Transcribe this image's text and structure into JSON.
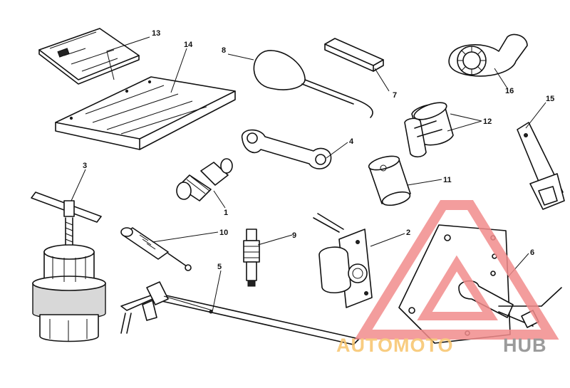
{
  "callouts": [
    {
      "id": "c1",
      "label": "1"
    },
    {
      "id": "c2",
      "label": "2"
    },
    {
      "id": "c3",
      "label": "3"
    },
    {
      "id": "c4",
      "label": "4"
    },
    {
      "id": "c5",
      "label": "5"
    },
    {
      "id": "c6",
      "label": "6"
    },
    {
      "id": "c7",
      "label": "7"
    },
    {
      "id": "c8",
      "label": "8"
    },
    {
      "id": "c9",
      "label": "9"
    },
    {
      "id": "c10",
      "label": "10"
    },
    {
      "id": "c11",
      "label": "11"
    },
    {
      "id": "c12",
      "label": "12"
    },
    {
      "id": "c13",
      "label": "13"
    },
    {
      "id": "c14",
      "label": "14"
    },
    {
      "id": "c15",
      "label": "15"
    },
    {
      "id": "c16",
      "label": "16"
    }
  ],
  "watermark": {
    "part1": "AUTOMOTO",
    "part2": "HUB",
    "color_primary": "#f28c8c",
    "color_accent": "#f7c46a",
    "color_dark": "#8a8a8a"
  }
}
